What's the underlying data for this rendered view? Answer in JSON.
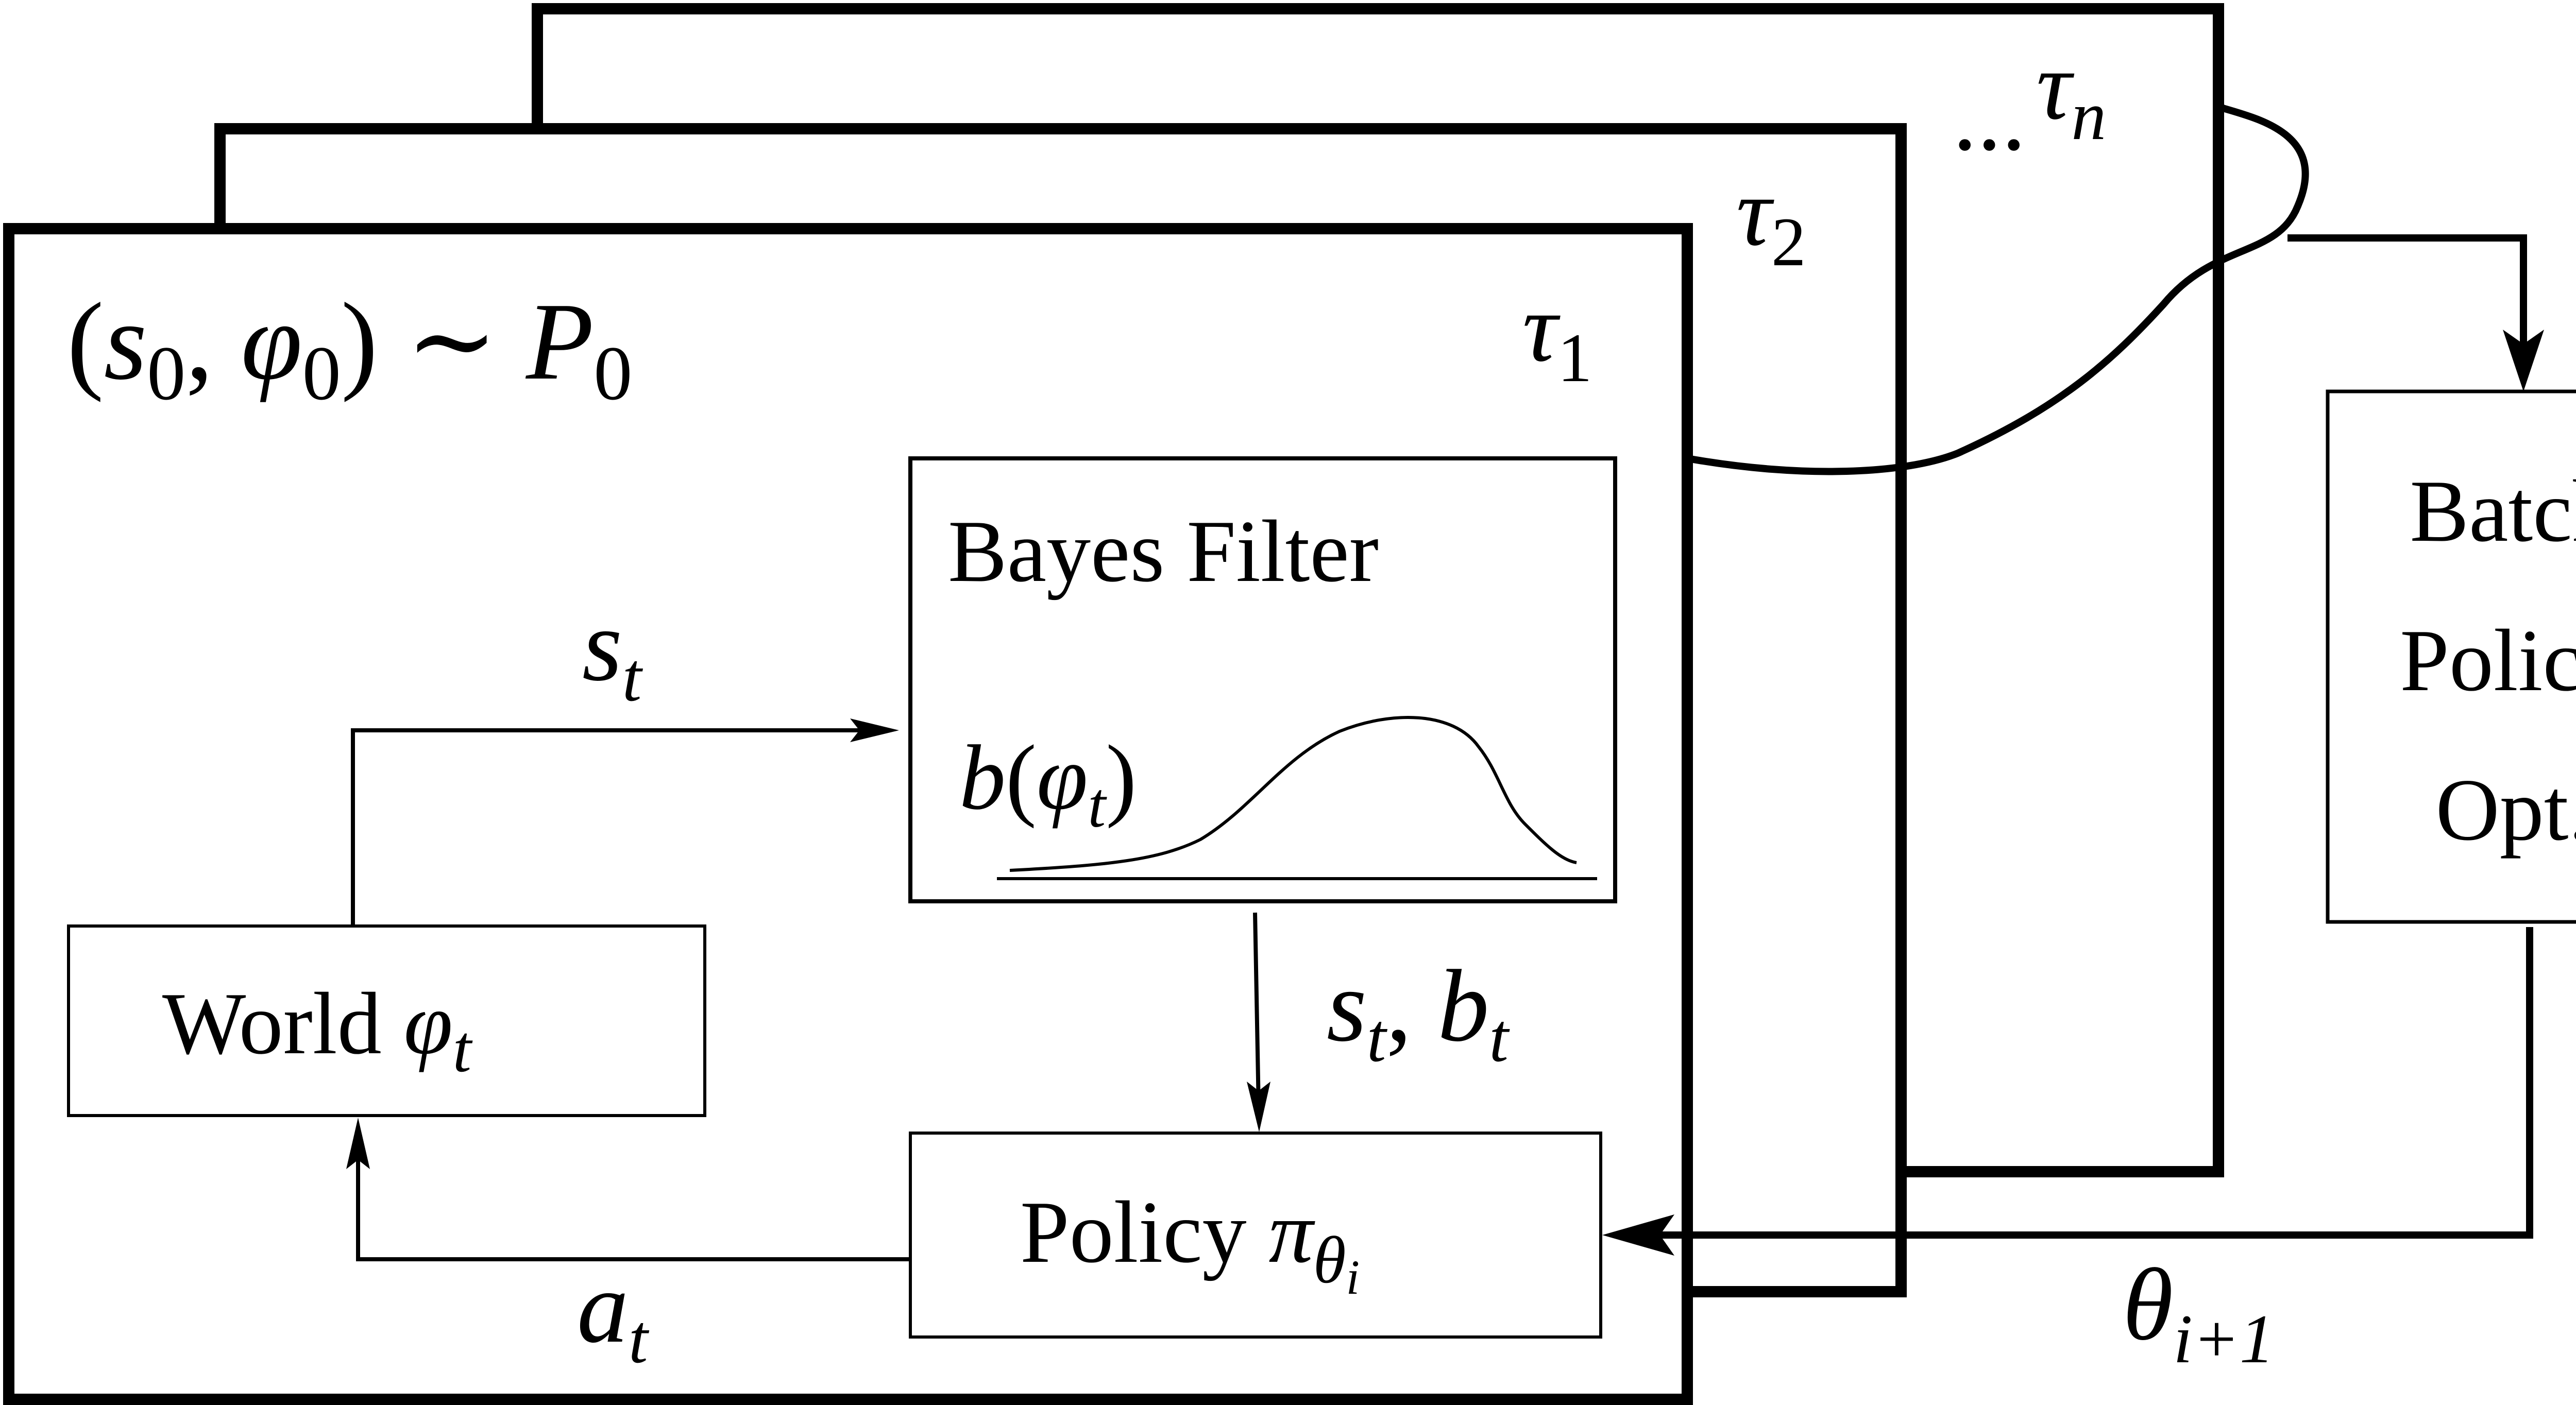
{
  "frames": {
    "tau_1": "τ",
    "tau_1_sub": "1",
    "tau_2": "τ",
    "tau_2_sub": "2",
    "tau_n_dots": "...",
    "tau_n": "τ",
    "tau_n_sub": "n"
  },
  "initial": {
    "open": "(",
    "s": "s",
    "s_sub": "0",
    "comma": ", ",
    "phi": "φ",
    "phi_sub": "0",
    "close": ")",
    "sim": " ∼ ",
    "P": "P",
    "P_sub": "0"
  },
  "bayes_filter": {
    "title": "Bayes Filter",
    "belief_b": "b",
    "belief_open": "(",
    "belief_phi": "φ",
    "belief_sub": "t",
    "belief_close": ")"
  },
  "world": {
    "label": "World ",
    "phi": "φ",
    "sub": "t"
  },
  "policy": {
    "label": "Policy ",
    "pi": "π",
    "theta": "θ",
    "theta_sub": "i"
  },
  "batch": {
    "line1": "Batch",
    "line2": "Policy",
    "line3": "Opt."
  },
  "edges": {
    "state": "s",
    "state_sub": "t",
    "state_belief_s": "s",
    "state_belief_s_sub": "t",
    "state_belief_comma": ", ",
    "state_belief_b": "b",
    "state_belief_b_sub": "t",
    "action": "a",
    "action_sub": "t",
    "theta_next": "θ",
    "theta_next_sub": "i+1"
  }
}
